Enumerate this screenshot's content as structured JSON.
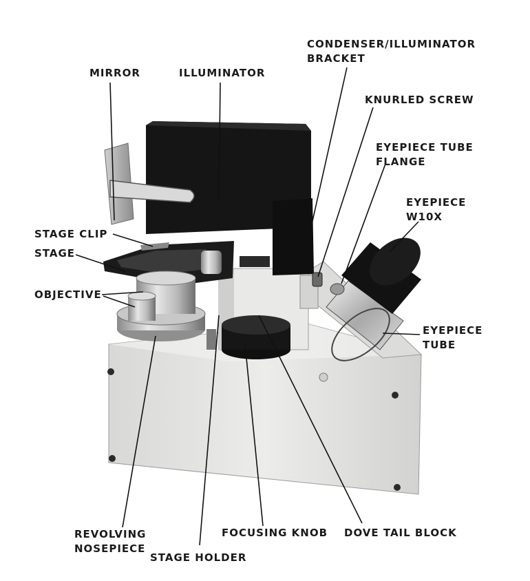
{
  "labels": {
    "mirror": "MIRROR",
    "illuminator": "ILLUMINATOR",
    "condenser_line1": "CONDENSER/ILLUMINATOR",
    "condenser_line2": "BRACKET",
    "knurled_screw": "KNURLED SCREW",
    "eyepiece_tube_flange_line1": "EYEPIECE TUBE",
    "eyepiece_tube_flange_line2": "FLANGE",
    "eyepiece_w10x_line1": "EYEPIECE",
    "eyepiece_w10x_line2": "W10X",
    "stage_clip": "STAGE CLIP",
    "stage": "STAGE",
    "objective": "OBJECTIVE",
    "eyepiece_tube_line1": "EYEPIECE",
    "eyepiece_tube_line2": "TUBE",
    "revolving_nosepiece_line1": "REVOLVING",
    "revolving_nosepiece_line2": "NOSEPIECE",
    "focusing_knob": "FOCUSING KNOB",
    "dove_tail_block": "DOVE TAIL BLOCK",
    "stage_holder": "STAGE HOLDER"
  },
  "colors": {
    "body": "#e4e4e2",
    "dark": "#141414",
    "metal": "#bdbdbd",
    "leader": "#111111"
  }
}
